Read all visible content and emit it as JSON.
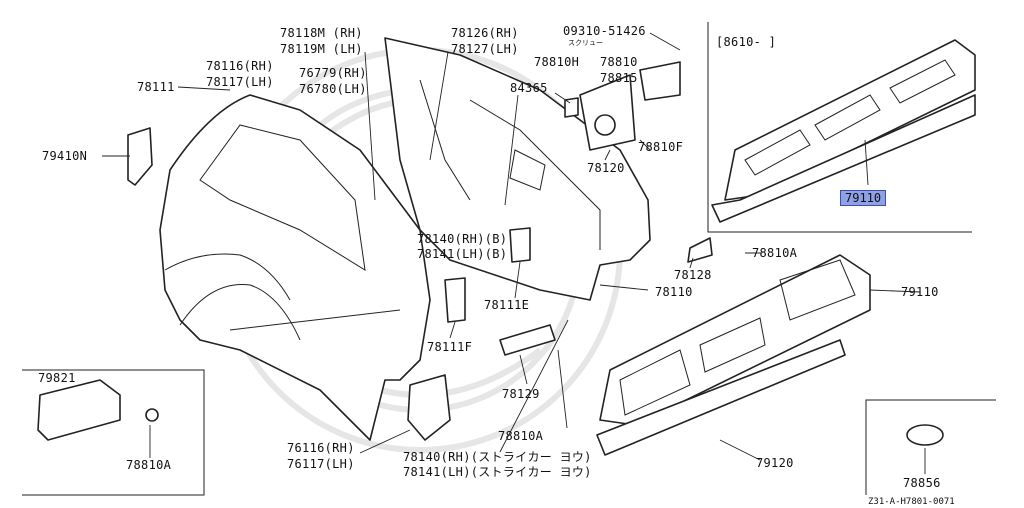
{
  "diagram": {
    "drawing_code": "Z31-A-H7801-0071",
    "inset_bracket": "[8610-   ]",
    "labels": {
      "p78118": "78118M (RH)",
      "p78119": "78119M (LH)",
      "p78126": "78126(RH)",
      "p78127": "78127(LH)",
      "p09310": "09310-51426",
      "p09310_note": "スクリュー",
      "p78116": "78116(RH)",
      "p78117": "78117(LH)",
      "p76779": "76779(RH)",
      "p76780": "76780(LH)",
      "p78810H": "78810H",
      "p78810": "78810",
      "p78815": "78815",
      "p78111": "78111",
      "p84365": "84365",
      "p79410N": "79410N",
      "p78810F": "78810F",
      "p78120": "78120",
      "p79110_hot": "79110",
      "p78140b": "78140(RH)(B)",
      "p78141b": "78141(LH)(B)",
      "p78128": "78128",
      "p78810A_r": "78810A",
      "p78110": "78110",
      "p79110": "79110",
      "p78111E": "78111E",
      "p78111F": "78111F",
      "p79821": "79821",
      "p78129": "78129",
      "p78810A_l": "78810A",
      "p78810A_m": "78810A",
      "p76116": "76116(RH)",
      "p76117": "76117(LH)",
      "p78140s": "78140(RH)(ストライカー ヨウ)",
      "p78141s": "78141(LH)(ストライカー ヨウ)",
      "p79120": "79120",
      "p78856": "78856"
    }
  }
}
